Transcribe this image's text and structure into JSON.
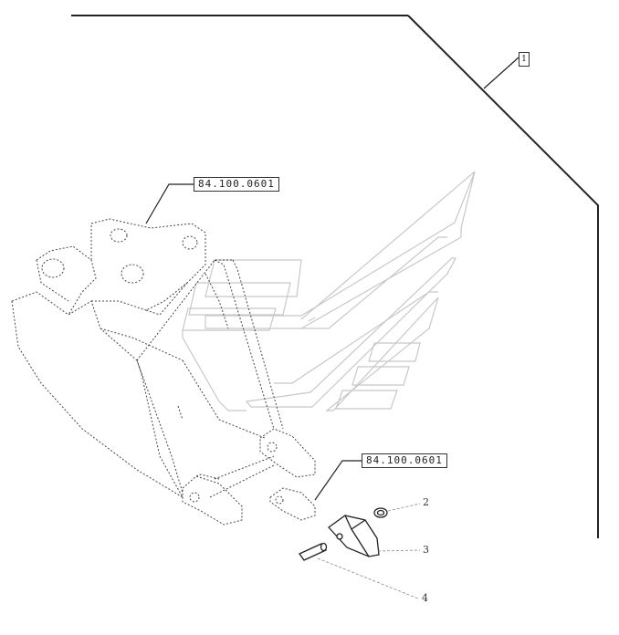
{
  "refs": {
    "main_ref": "1",
    "bucket_ref": "84.100.0601",
    "tooth_ref": "84.100.0601"
  },
  "callouts": [
    {
      "id": "item-2",
      "label": "2"
    },
    {
      "id": "item-3",
      "label": "3"
    },
    {
      "id": "item-4",
      "label": "4"
    }
  ]
}
